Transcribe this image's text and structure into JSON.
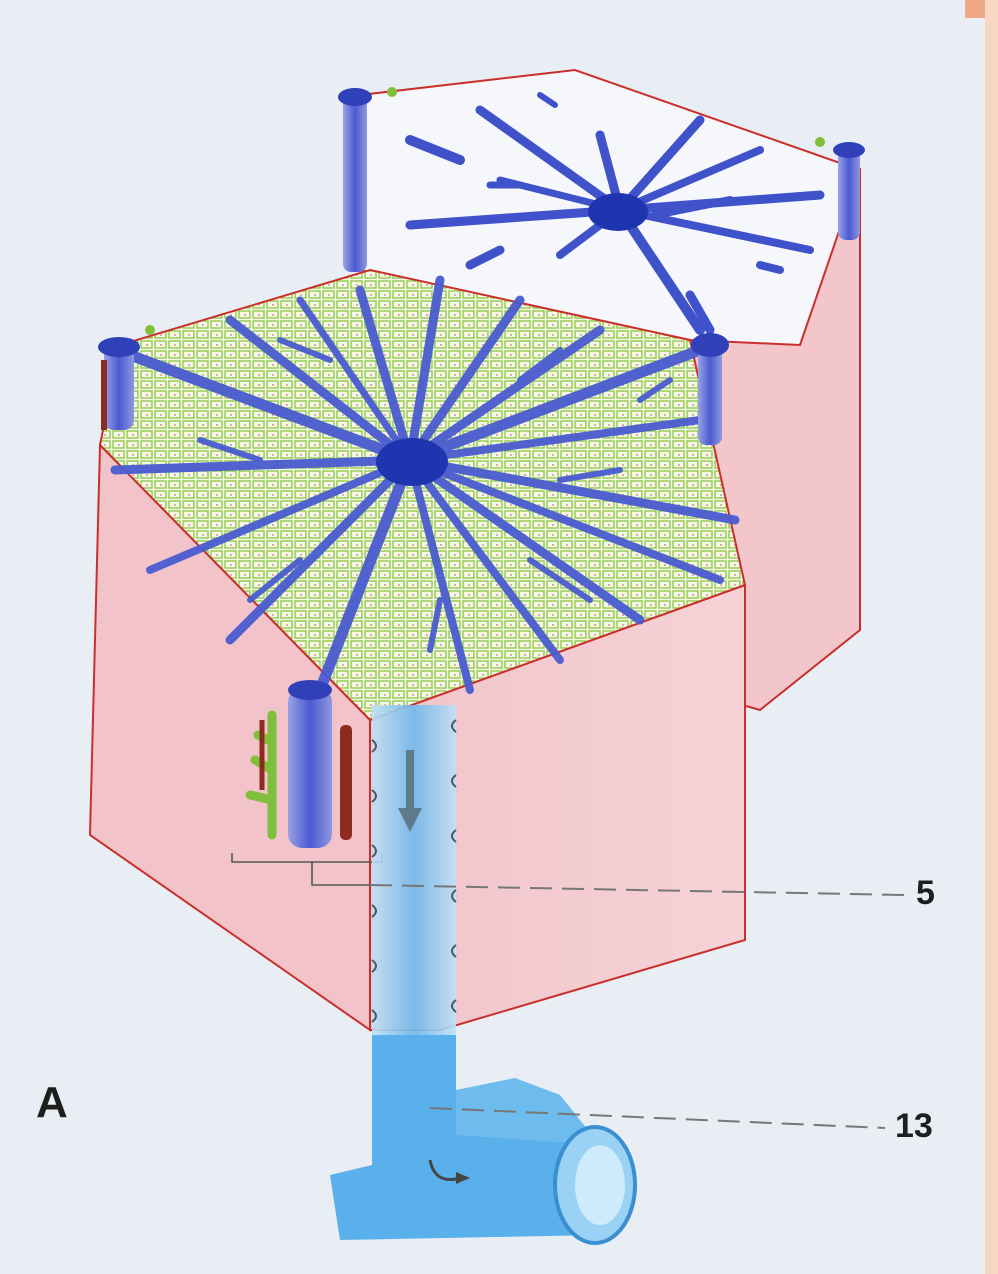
{
  "figure": {
    "panel_letter": "A",
    "labels": [
      {
        "id": "label-5",
        "text": "5"
      },
      {
        "id": "label-13",
        "text": "13"
      }
    ]
  },
  "colors": {
    "background": "#e8eef3",
    "lobule_side": "#f2c6cb",
    "lobule_outline": "#c9302c",
    "vein": "#3f52c9",
    "vein_dark": "#1f35b0",
    "sinusoid_green": "#7fbf3a",
    "hepatic_vein": "#55aee6",
    "artery": "#8e2b1f"
  }
}
